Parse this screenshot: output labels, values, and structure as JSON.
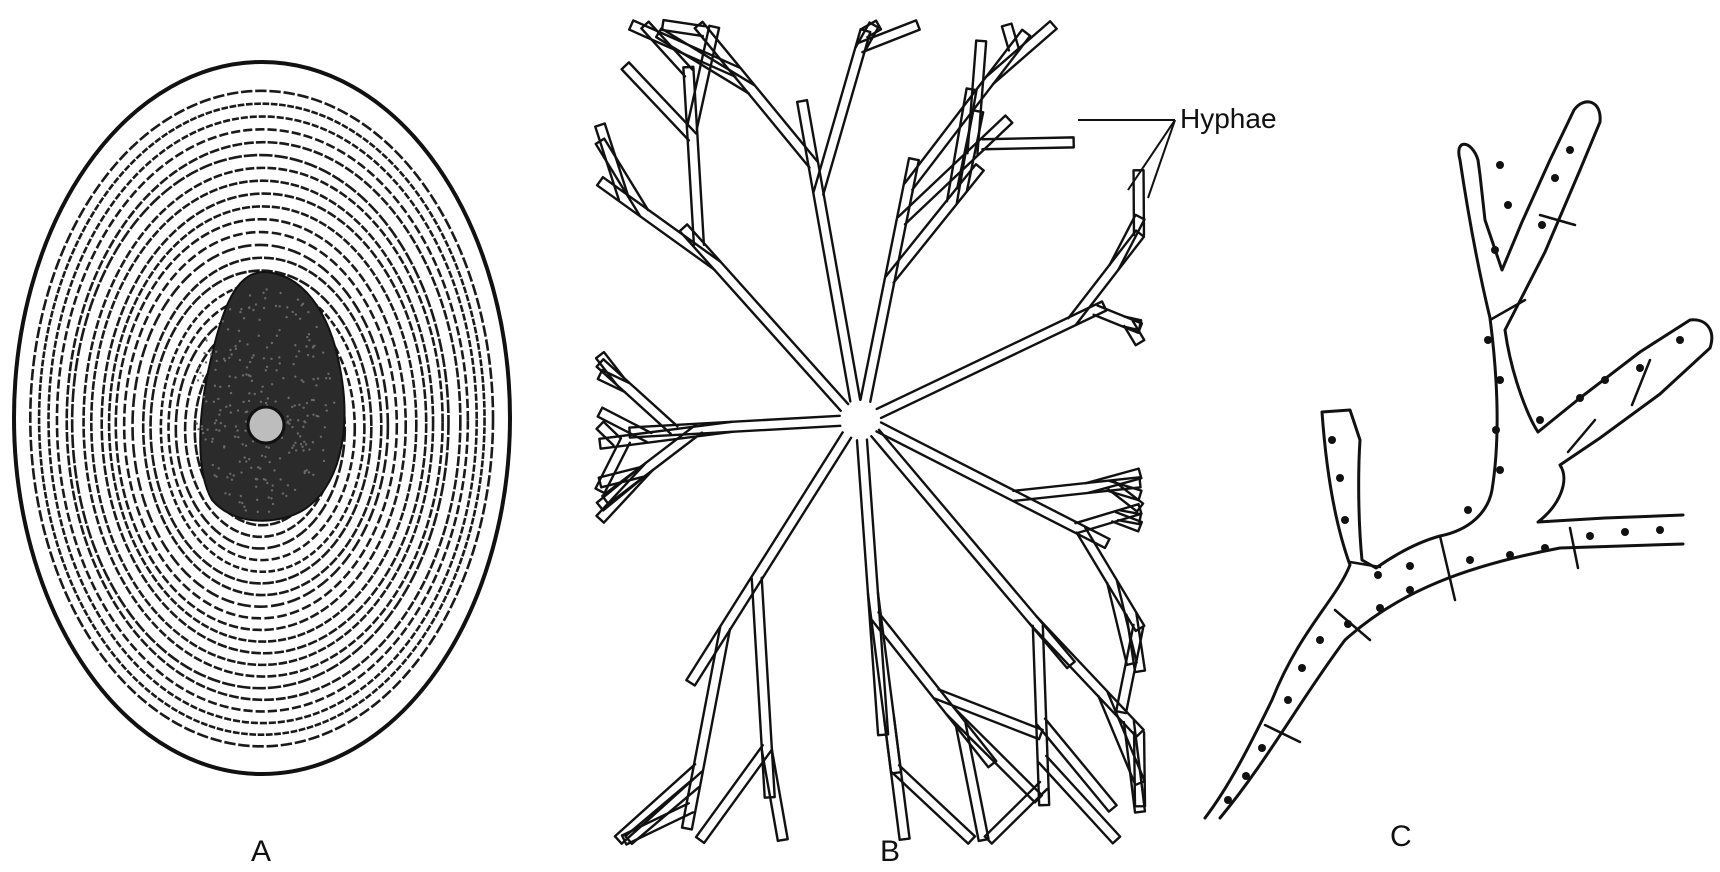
{
  "figure": {
    "panels": [
      {
        "id": "A",
        "label": "A"
      },
      {
        "id": "B",
        "label": "B"
      },
      {
        "id": "C",
        "label": "C"
      }
    ],
    "callout": {
      "label": "Hyphae"
    }
  },
  "colors": {
    "ink": "#111111",
    "stipple": "#1a1a1a",
    "paper": "#ffffff"
  }
}
